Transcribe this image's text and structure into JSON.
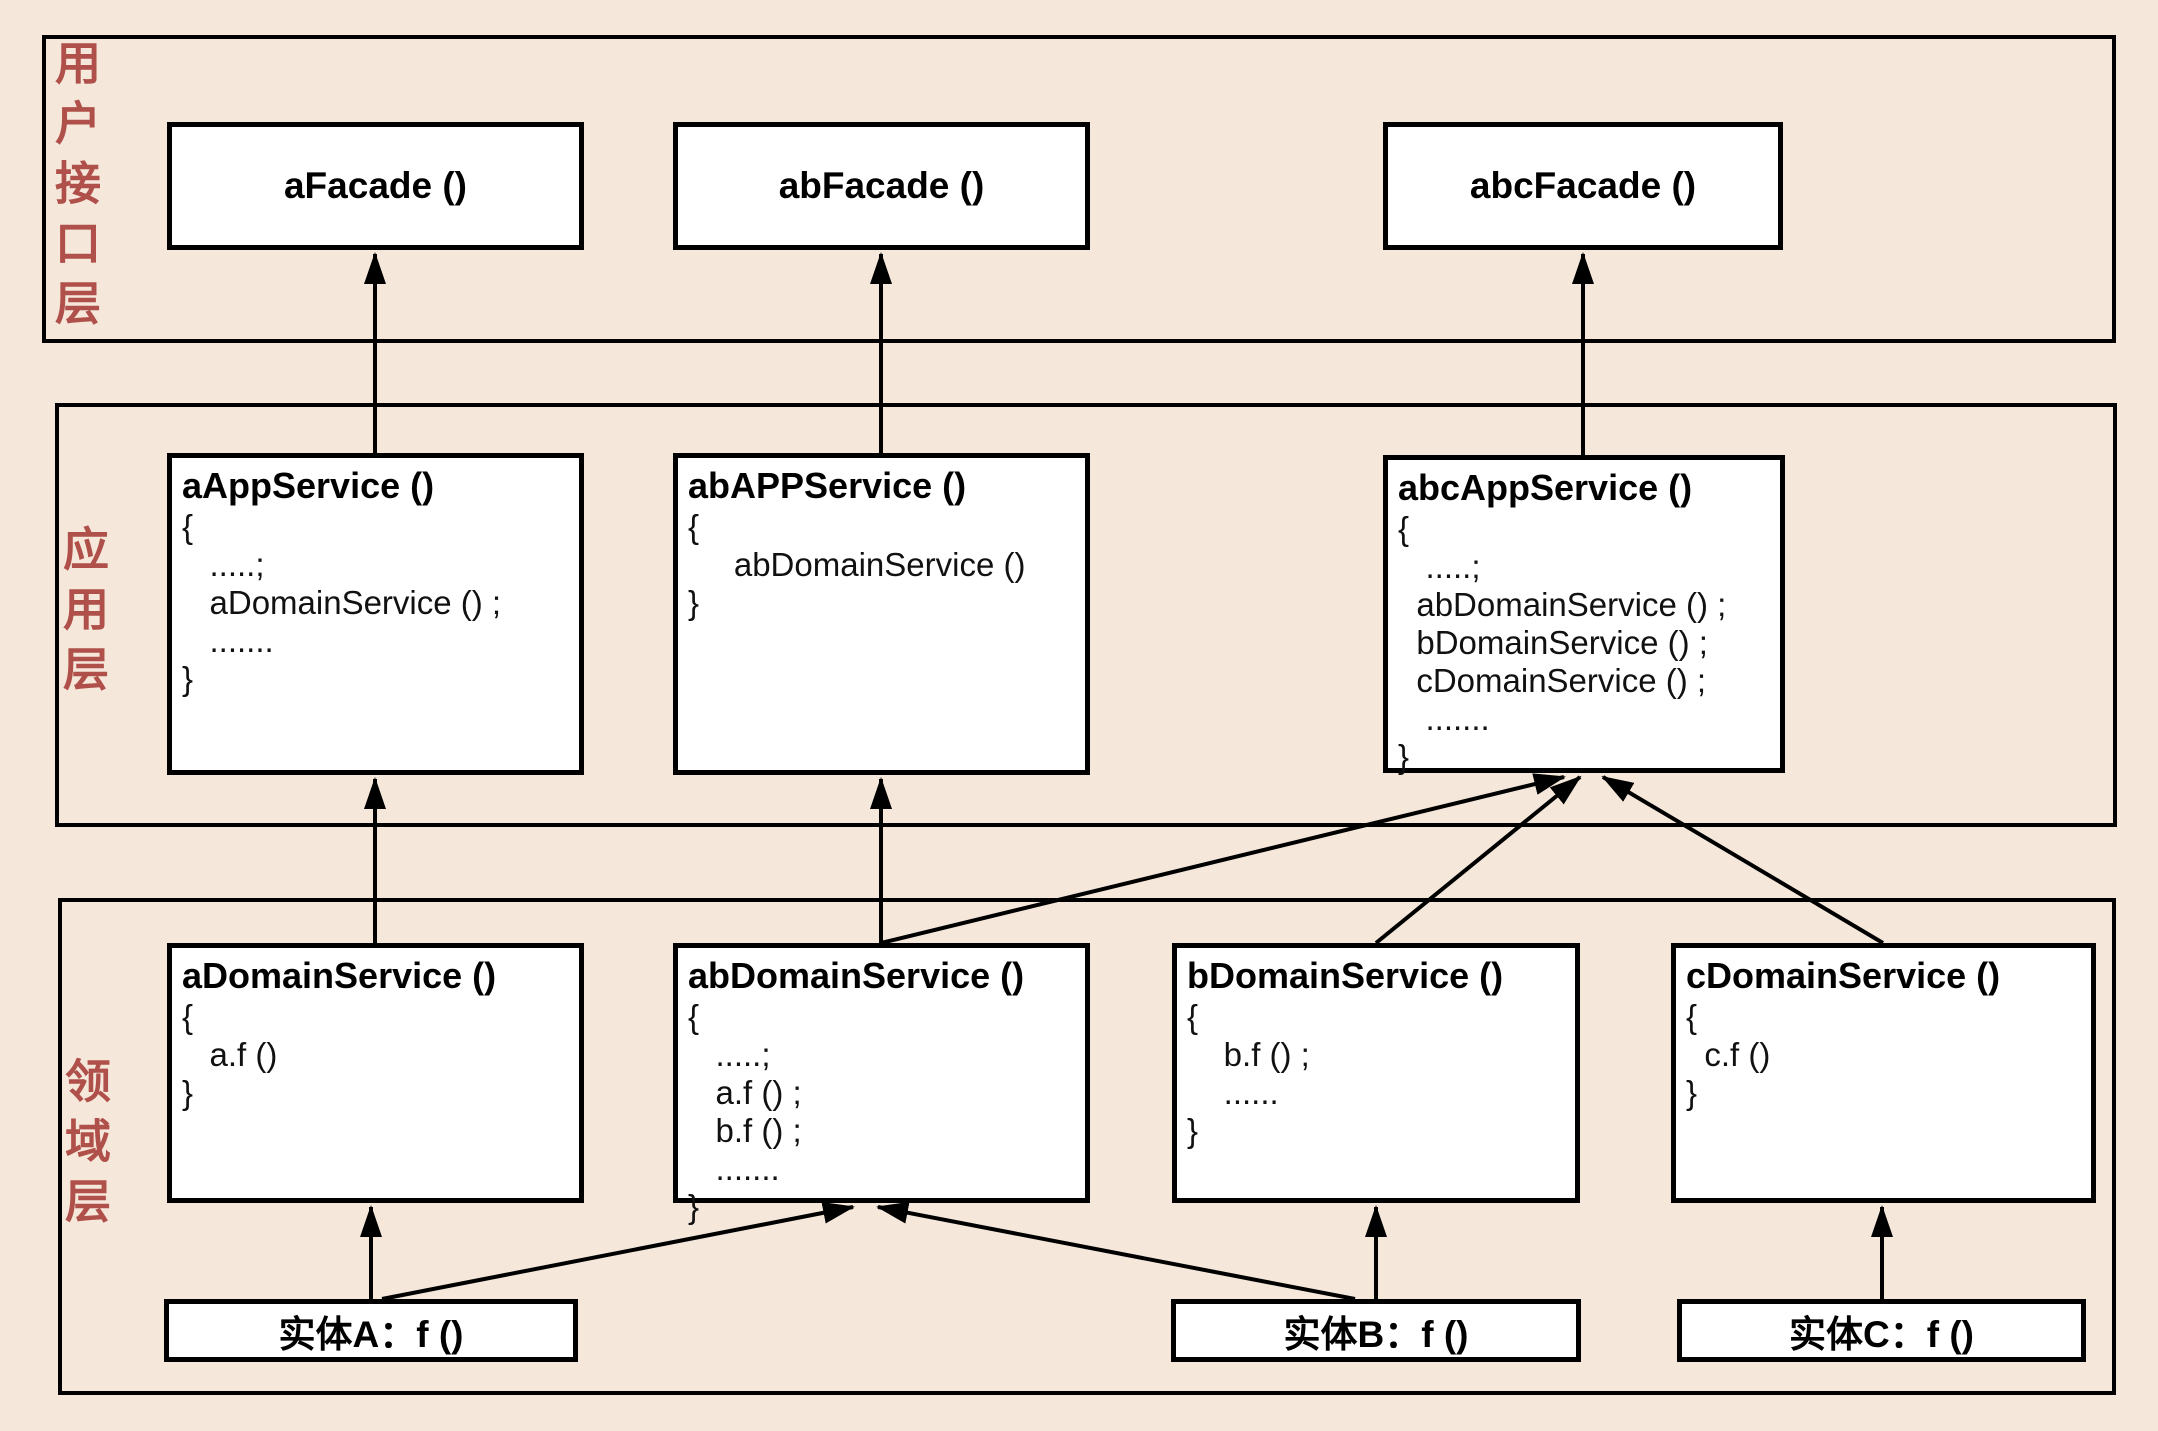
{
  "diagram": {
    "type": "ddd-layered-architecture",
    "colors": {
      "background": "#f5e8db",
      "box_fill": "#ffffff",
      "line": "#000000",
      "layer_label_red": "#b0504a"
    }
  },
  "layers": [
    {
      "id": "ui",
      "label": "用户接口层"
    },
    {
      "id": "app",
      "label": "应用层"
    },
    {
      "id": "domain",
      "label": "领域层"
    }
  ],
  "facades": {
    "a": {
      "label": "aFacade ()"
    },
    "ab": {
      "label": "abFacade ()"
    },
    "abc": {
      "label": "abcFacade ()"
    }
  },
  "services": {
    "aApp": {
      "title": "aAppService ()",
      "lines": [
        "{",
        "   .....;",
        "   aDomainService () ;",
        "   .......",
        "}"
      ]
    },
    "abApp": {
      "title": "abAPPService ()",
      "lines": [
        "{",
        "     abDomainService ()",
        "}"
      ]
    },
    "abcApp": {
      "title": "abcAppService ()",
      "lines": [
        "{",
        "   .....;",
        "  abDomainService () ;",
        "  bDomainService () ;",
        "  cDomainService () ;",
        "   .......",
        "}"
      ]
    },
    "aDomain": {
      "title": "aDomainService ()",
      "lines": [
        "{",
        "   a.f ()",
        "}"
      ]
    },
    "abDomain": {
      "title": "abDomainService ()",
      "lines": [
        "{",
        "   .....;",
        "   a.f () ;",
        "   b.f () ;",
        "   .......",
        "}"
      ]
    },
    "bDomain": {
      "title": "bDomainService ()",
      "lines": [
        "{",
        "    b.f () ;",
        "    ......",
        "}"
      ]
    },
    "cDomain": {
      "title": "cDomainService ()",
      "lines": [
        "{",
        "  c.f ()",
        "}"
      ]
    }
  },
  "entities": {
    "a": {
      "label": "实体A：f ()"
    },
    "b": {
      "label": "实体B：f ()"
    },
    "c": {
      "label": "实体C：f ()"
    }
  },
  "arrows": [
    {
      "from": "aAppService",
      "to": "aFacade"
    },
    {
      "from": "abAPPService",
      "to": "abFacade"
    },
    {
      "from": "abcAppService",
      "to": "abcFacade"
    },
    {
      "from": "aDomainService",
      "to": "aAppService"
    },
    {
      "from": "abDomainService",
      "to": "abAPPService"
    },
    {
      "from": "abDomainService",
      "to": "abcAppService"
    },
    {
      "from": "bDomainService",
      "to": "abcAppService"
    },
    {
      "from": "cDomainService",
      "to": "abcAppService"
    },
    {
      "from": "实体A",
      "to": "aDomainService"
    },
    {
      "from": "实体A",
      "to": "abDomainService"
    },
    {
      "from": "实体B",
      "to": "abDomainService"
    },
    {
      "from": "实体B",
      "to": "bDomainService"
    },
    {
      "from": "实体C",
      "to": "cDomainService"
    }
  ]
}
